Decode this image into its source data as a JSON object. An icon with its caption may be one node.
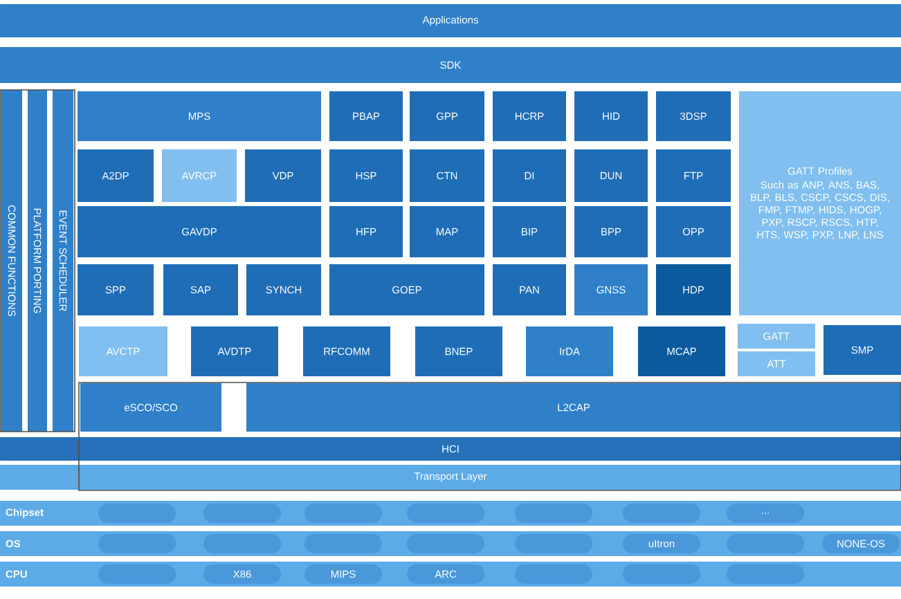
{
  "diagram": {
    "nodes": [
      {
        "text": [
          "Applications"
        ]
      },
      {
        "text": [
          "SDK"
        ]
      },
      {
        "text": [
          "COMMON FUNCTIONS"
        ]
      },
      {
        "text": [
          "PLATFORM PORTING"
        ]
      },
      {
        "text": [
          "EVENT SCHEDULER"
        ]
      },
      {
        "text": [
          "MPS"
        ]
      },
      {
        "text": [
          "PBAP"
        ]
      },
      {
        "text": [
          "GPP"
        ]
      },
      {
        "text": [
          "HCRP"
        ]
      },
      {
        "text": [
          "HID"
        ]
      },
      {
        "text": [
          "3DSP"
        ]
      },
      {
        "text": [
          "GATT Profiles",
          "Such as ANP, ANS, BAS, BLP, BLS, CSCP, CSCS, DIS, FMP, FTMP, HIDS, HOGP, PXP, RSCP, RSCS, HTP, HTS, WSP, PXP, LNP, LNS"
        ]
      },
      {
        "text": [
          "A2DP"
        ]
      },
      {
        "text": [
          "AVRCP"
        ]
      },
      {
        "text": [
          "VDP"
        ]
      },
      {
        "text": [
          "HSP"
        ]
      },
      {
        "text": [
          "CTN"
        ]
      },
      {
        "text": [
          "DI"
        ]
      },
      {
        "text": [
          "DUN"
        ]
      },
      {
        "text": [
          "FTP"
        ]
      },
      {
        "text": [
          "GAVDP"
        ]
      },
      {
        "text": [
          "HFP"
        ]
      },
      {
        "text": [
          "MAP"
        ]
      },
      {
        "text": [
          "BIP"
        ]
      },
      {
        "text": [
          "BPP"
        ]
      },
      {
        "text": [
          "OPP"
        ]
      },
      {
        "text": [
          "SPP"
        ]
      },
      {
        "text": [
          "SAP"
        ]
      },
      {
        "text": [
          "SYNCH"
        ]
      },
      {
        "text": [
          "GOEP"
        ]
      },
      {
        "text": [
          "PAN"
        ]
      },
      {
        "text": [
          "GNSS"
        ]
      },
      {
        "text": [
          "HDP"
        ]
      },
      {
        "text": [
          "AVCTP"
        ]
      },
      {
        "text": [
          "AVDTP"
        ]
      },
      {
        "text": [
          "RFCOMM"
        ]
      },
      {
        "text": [
          "BNEP"
        ]
      },
      {
        "text": [
          "IrDA"
        ]
      },
      {
        "text": [
          "MCAP"
        ]
      },
      {
        "text": [
          "GATT"
        ]
      },
      {
        "text": [
          "ATT"
        ]
      },
      {
        "text": [
          "SMP"
        ]
      },
      {
        "text": [
          "eSCO/SCO"
        ]
      },
      {
        "text": [
          "L2CAP"
        ]
      },
      {
        "text": [
          "HCI"
        ]
      },
      {
        "text": [
          "Transport Layer"
        ]
      },
      {
        "text": [
          "Chipset"
        ]
      },
      {
        "text": [],
        "shape": "box",
        "in": 46
      },
      {
        "text": [],
        "shape": "box",
        "in": 46
      },
      {
        "text": [],
        "shape": "box",
        "in": 46
      },
      {
        "text": [],
        "shape": "box",
        "in": 46
      },
      {
        "text": [],
        "shape": "box",
        "in": 46
      },
      {
        "text": [],
        "shape": "box",
        "in": 46
      },
      {
        "text": [
          "..."
        ],
        "in": 46
      },
      {
        "text": [
          "OS"
        ]
      },
      {
        "text": [],
        "shape": "box",
        "in": 54
      },
      {
        "text": [],
        "shape": "box",
        "in": 54
      },
      {
        "text": [],
        "shape": "box",
        "in": 54
      },
      {
        "text": [],
        "shape": "box",
        "in": 54
      },
      {
        "text": [],
        "shape": "box",
        "in": 54
      },
      {
        "text": [
          "uItron"
        ],
        "in": 54
      },
      {
        "text": [],
        "shape": "box",
        "in": 54
      },
      {
        "text": [
          "NONE-OS"
        ],
        "in": 54
      },
      {
        "text": [
          "CPU"
        ]
      },
      {
        "text": [],
        "shape": "box",
        "in": 63
      },
      {
        "text": [
          "X86"
        ],
        "in": 63
      },
      {
        "text": [
          "MIPS"
        ],
        "in": 63
      },
      {
        "text": [
          "ARC"
        ],
        "in": 63
      },
      {
        "text": [],
        "shape": "box",
        "in": 63
      },
      {
        "text": [],
        "shape": "box",
        "in": 63
      },
      {
        "text": [],
        "shape": "box",
        "in": 63
      }
    ]
  }
}
